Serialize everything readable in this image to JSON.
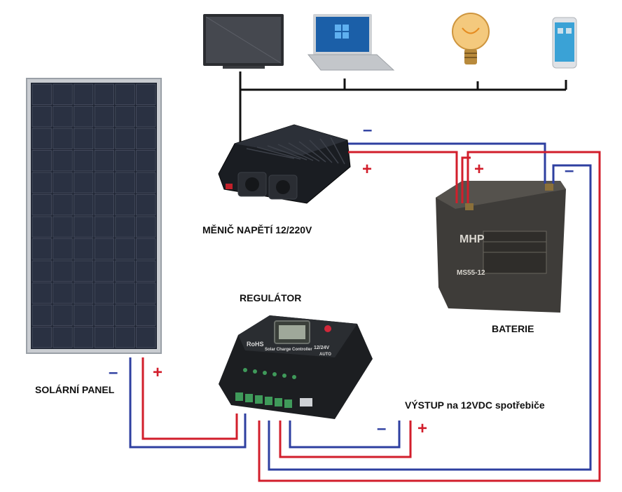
{
  "labels": {
    "inverter": "MĚNIČ NAPĚTÍ 12/220V",
    "regulator": "REGULÁTOR",
    "battery": "BATERIE",
    "solar_panel": "SOLÁRNÍ PANEL",
    "output": "VÝSTUP na 12VDC spotřebiče"
  },
  "signs": {
    "plus": "+",
    "minus": "–"
  },
  "device_text": {
    "battery_brand": "MHP",
    "battery_model": "MS55-12",
    "regulator_brand": "RoHS",
    "regulator_desc": "Solar Charge Controller",
    "regulator_voltage": "12/24V",
    "regulator_mode": "AUTO"
  },
  "colors": {
    "positive_wire": "#d21e2b",
    "negative_wire": "#2e3fa0",
    "ac_wire": "#111111"
  }
}
